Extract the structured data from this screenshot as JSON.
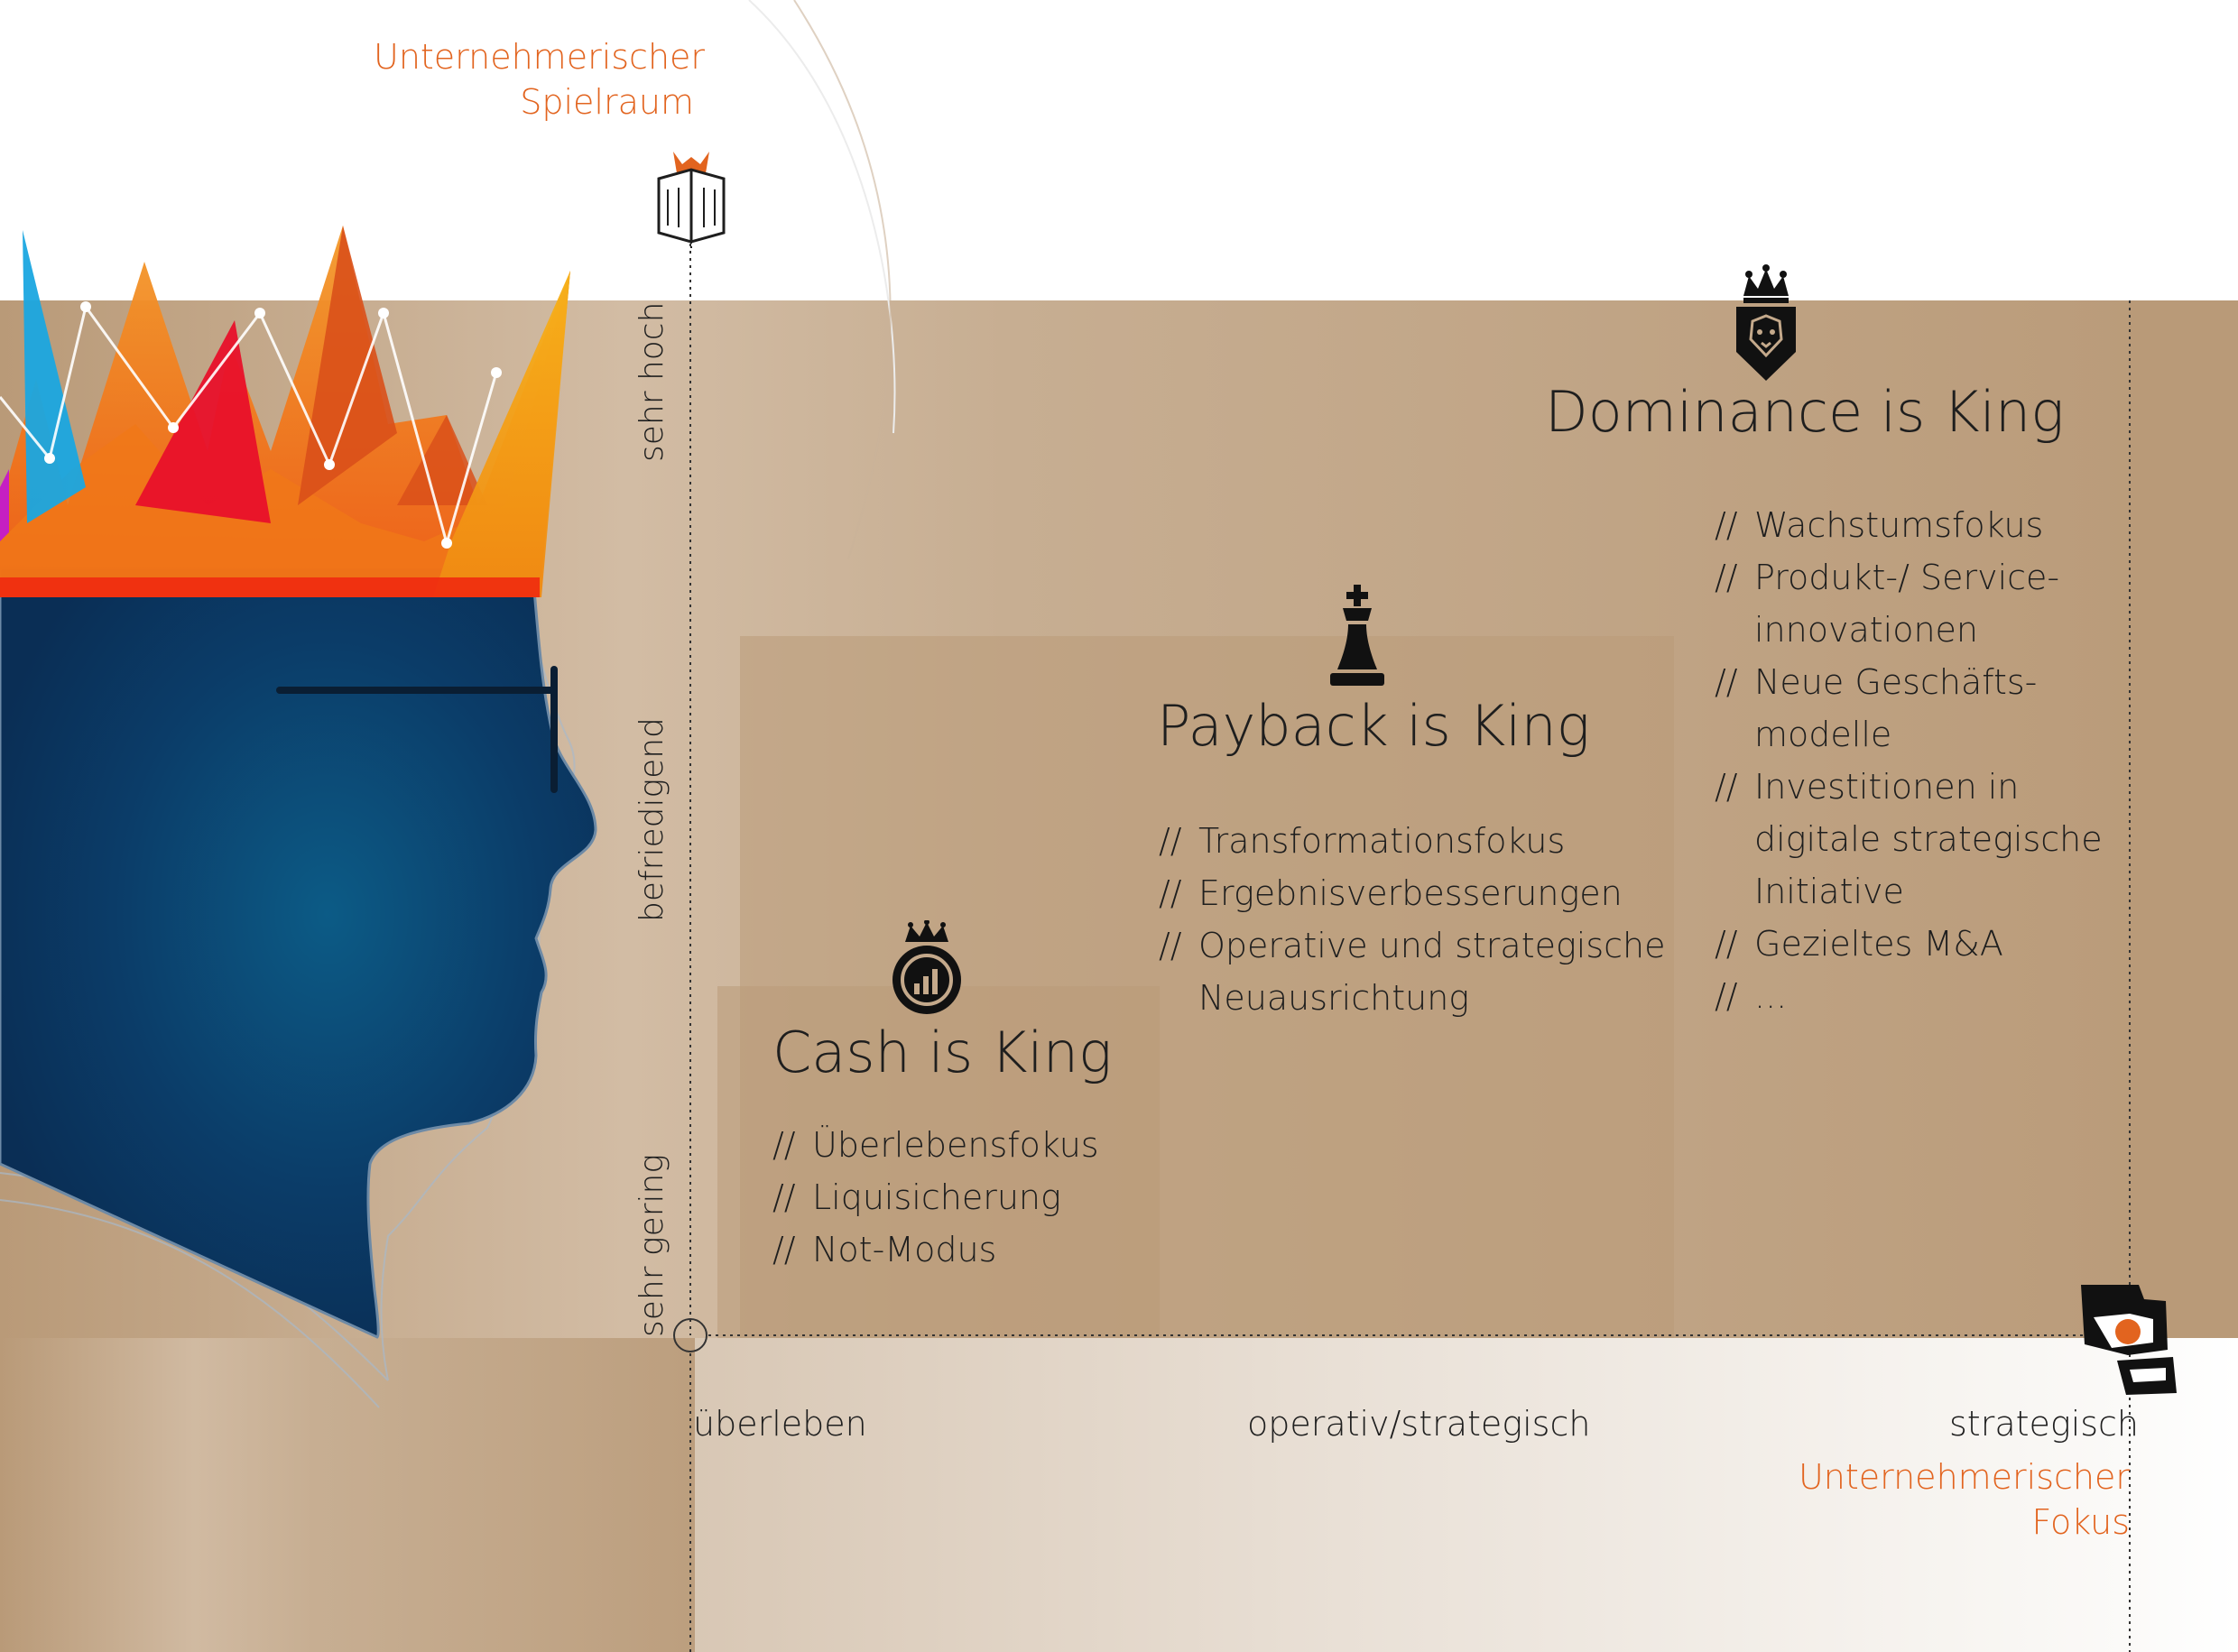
{
  "y_axis": {
    "title_line1": "Unternehmerischer",
    "title_line2": "Spielraum",
    "ticks": [
      "sehr hoch",
      "befriedigend",
      "sehr gering"
    ]
  },
  "x_axis": {
    "title_line1": "Unternehmerischer",
    "title_line2": "Fokus",
    "ticks": [
      "überleben",
      "operativ/strategisch",
      "strategisch"
    ]
  },
  "quadrants": {
    "dominance": {
      "title": "Dominance is King",
      "icon": "lion-crown-shield-icon",
      "bullets": [
        {
          "slash": "//",
          "text": "Wachstumsfokus"
        },
        {
          "slash": "//",
          "text": "Produkt-/ Service-"
        },
        {
          "slash": "",
          "text": "innovationen"
        },
        {
          "slash": "//",
          "text": "Neue Geschäfts-"
        },
        {
          "slash": "",
          "text": "modelle"
        },
        {
          "slash": "//",
          "text": "Investitionen in"
        },
        {
          "slash": "",
          "text": "digitale strategische"
        },
        {
          "slash": "",
          "text": "Initiative"
        },
        {
          "slash": "//",
          "text": "Gezieltes M&A"
        },
        {
          "slash": "//",
          "text": "..."
        }
      ]
    },
    "payback": {
      "title": "Payback is King",
      "icon": "chess-king-icon",
      "bullets": [
        {
          "slash": "//",
          "text": "Transformationsfokus"
        },
        {
          "slash": "//",
          "text": "Ergebnisverbesserungen"
        },
        {
          "slash": "//",
          "text": "Operative und strategische"
        },
        {
          "slash": "",
          "text": "Neuausrichtung"
        }
      ]
    },
    "cash": {
      "title": "Cash is King",
      "icon": "crown-chart-badge-icon",
      "bullets": [
        {
          "slash": "//",
          "text": "Überlebensfokus"
        },
        {
          "slash": "//",
          "text": "Liquisicherung"
        },
        {
          "slash": "//",
          "text": "Not-Modus"
        }
      ]
    }
  },
  "icons": {
    "y_axis_icon": "fox-book-icon",
    "x_axis_icon": "target-hand-icon",
    "illustration": "head-with-crown-illustration"
  },
  "colors": {
    "accent_orange": "#e2641f",
    "tan": "#c4a98b",
    "tan_dark": "#b99a78",
    "head_blue": "#0b3560"
  }
}
